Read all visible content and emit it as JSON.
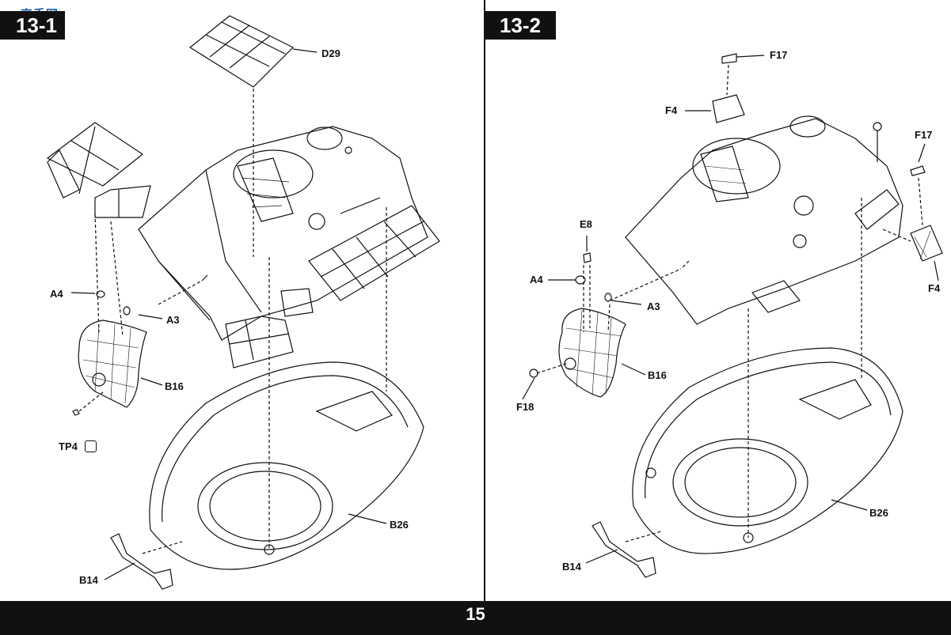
{
  "header": {
    "step_left": "13-1",
    "step_right": "13-2",
    "watermark": "高手网"
  },
  "footer": {
    "page_number": "15"
  },
  "left_panel": {
    "labels": {
      "d29": "D29",
      "a4": "A4",
      "a3": "A3",
      "b16": "B16",
      "tp4": "TP4",
      "b26": "B26",
      "b14": "B14"
    }
  },
  "right_panel": {
    "labels": {
      "f17_top": "F17",
      "f4_top": "F4",
      "f17_right": "F17",
      "f4_right": "F4",
      "e8": "E8",
      "a4": "A4",
      "a3": "A3",
      "b16": "B16",
      "f18": "F18",
      "b26": "B26",
      "b14": "B14"
    }
  },
  "icons": {
    "tp4_icon": "hand-pinch-icon"
  }
}
